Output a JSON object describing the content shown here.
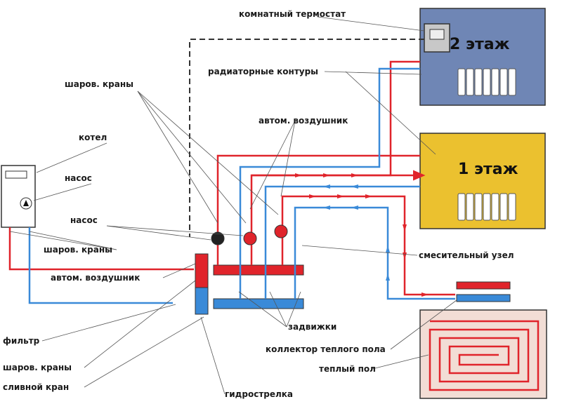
{
  "labels": {
    "thermostat": "комнатный термостат",
    "radiator_circuits": "радиаторные контуры",
    "ball_valves_top": "шаров. краны",
    "auto_air_vent_top": "автом. воздушник",
    "boiler": "котел",
    "pump_boiler": "насос",
    "pump_group": "насос",
    "ball_valves_mid": "шаров. краны",
    "auto_air_vent_mid": "автом. воздушник",
    "mixing_unit": "смесительный узел",
    "gate_valves": "задвижки",
    "filter": "фильтр",
    "floor_collector": "коллектор теплого пола",
    "ball_valves_bottom": "шаров. краны",
    "underfloor": "теплый пол",
    "drain_valve": "сливной кран",
    "hydro_separator": "гидрострелка"
  },
  "floors": {
    "second": "2 этаж",
    "first": "1 этаж"
  },
  "colors": {
    "supply": "#e0242b",
    "return": "#3a8ad8",
    "floor2": "#6f86b5",
    "floor1": "#ebc12f",
    "underfloor_bg": "#f2ddd5"
  }
}
